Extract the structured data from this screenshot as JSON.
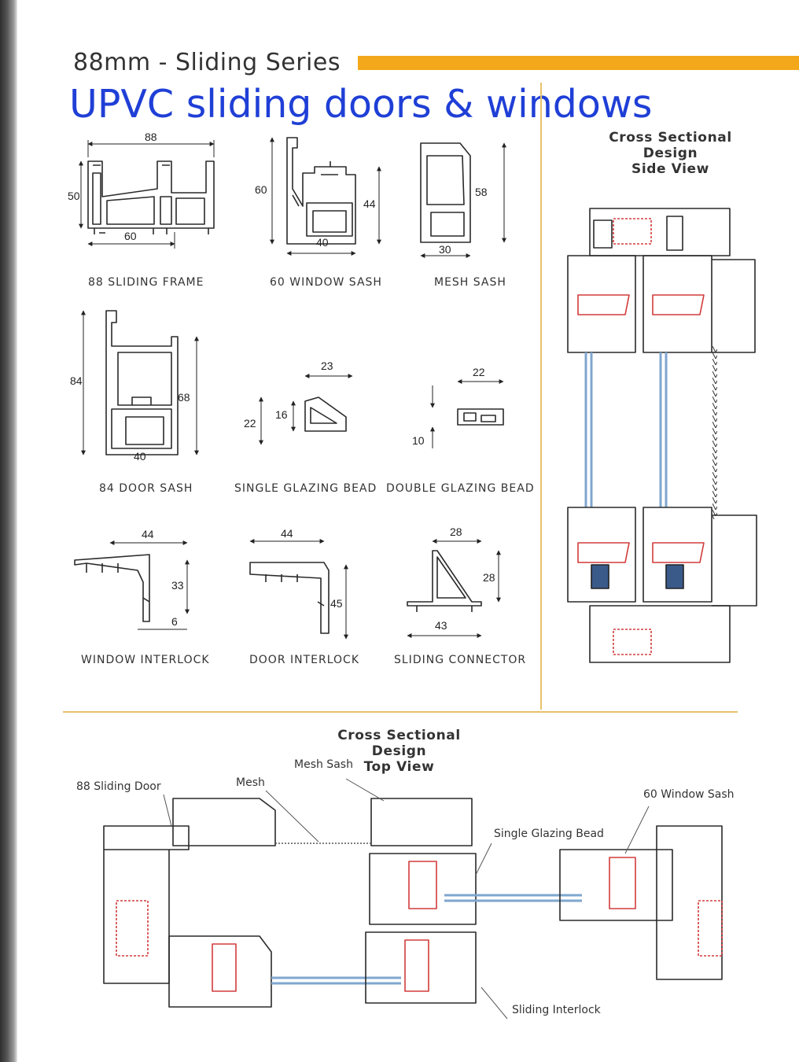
{
  "header": {
    "series": "88mm - Sliding Series",
    "title": "UPVC sliding doors & windows",
    "accent_color": "#f3a81b",
    "title_color": "#1f3fd6"
  },
  "profiles": [
    {
      "name": "88 SLIDING FRAME",
      "dims": [
        "88",
        "50",
        "60"
      ]
    },
    {
      "name": "60 WINDOW SASH",
      "dims": [
        "60",
        "44",
        "40"
      ]
    },
    {
      "name": "MESH SASH",
      "dims": [
        "58",
        "30"
      ]
    },
    {
      "name": "84 DOOR SASH",
      "dims": [
        "84",
        "68",
        "40"
      ]
    },
    {
      "name": "SINGLE GLAZING BEAD",
      "dims": [
        "23",
        "16",
        "22"
      ]
    },
    {
      "name": "DOUBLE GLAZING BEAD",
      "dims": [
        "22",
        "10"
      ]
    },
    {
      "name": "WINDOW INTERLOCK",
      "dims": [
        "44",
        "33",
        "6"
      ]
    },
    {
      "name": "DOOR INTERLOCK",
      "dims": [
        "44",
        "45"
      ]
    },
    {
      "name": "SLIDING CONNECTOR",
      "dims": [
        "28",
        "28",
        "43"
      ]
    }
  ],
  "side_view": {
    "title_line1": "Cross Sectional Design",
    "title_line2": "Side View"
  },
  "top_view": {
    "title_line1": "Cross Sectional Design",
    "title_line2": "Top View",
    "annotations": {
      "mesh_sash": "Mesh Sash",
      "sliding_door": "88 Sliding Door",
      "mesh": "Mesh",
      "window_sash": "60 Window Sash",
      "single_glazing_bead": "Single Glazing Bead",
      "sliding_interlock": "Sliding Interlock"
    }
  },
  "colors": {
    "profile_line": "#2a2a2a",
    "reinforcement": "#d23b3b",
    "glass": "#a9c6e3",
    "divider": "#e8c26a"
  }
}
